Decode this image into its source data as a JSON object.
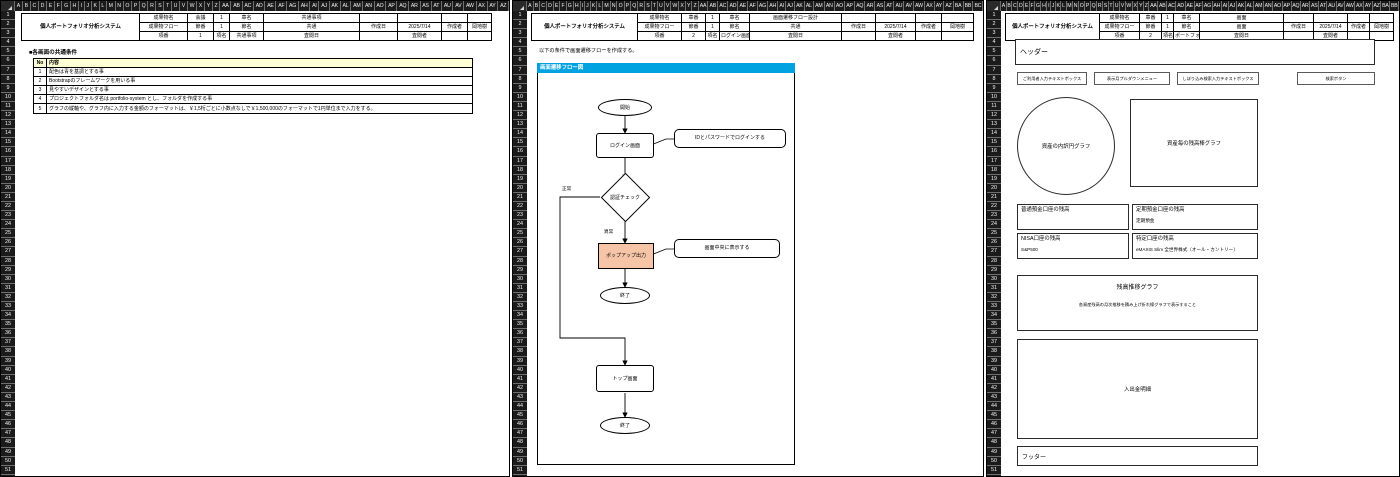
{
  "columns": [
    "A",
    "B",
    "C",
    "D",
    "E",
    "F",
    "G",
    "H",
    "I",
    "J",
    "K",
    "L",
    "M",
    "N",
    "O",
    "P",
    "Q",
    "R",
    "S",
    "T",
    "U",
    "V",
    "W",
    "X",
    "Y",
    "Z",
    "AA",
    "AB",
    "AC",
    "AD",
    "AE",
    "AF",
    "AG",
    "AH",
    "AI",
    "AJ",
    "AK",
    "AL",
    "AM",
    "AN",
    "AO",
    "AP",
    "AQ",
    "AR",
    "AS",
    "AT",
    "AU",
    "AV",
    "AW",
    "AX",
    "AY",
    "AZ",
    "BA",
    "BB",
    "BC"
  ],
  "panel1": {
    "header": {
      "system_name": "個人ポートフォリオ分析システム",
      "doc_kind_label": "成果物名",
      "doc_type_label": "成果物フロー",
      "level1_label": "会議",
      "level1_value": "1",
      "name1_label": "章名",
      "name1_value": "共通事項",
      "level2_label": "節番",
      "level2_value": "1",
      "name2_label": "節名",
      "name2_value": "共通",
      "level3_label": "項番",
      "level3_value": "1",
      "name3_label": "項名",
      "name3_value": "共通事項",
      "created_label": "作成日",
      "created_value": "2025/7/14",
      "author_label": "作成者",
      "author_value": "岡地樹",
      "reviewed_label": "査閲日",
      "reviewed_value": "",
      "reviewer_label": "査閲者",
      "reviewer_value": ""
    },
    "section_title": "■各画面の共通条件",
    "table": {
      "headers": [
        "No",
        "内容"
      ],
      "rows": [
        [
          "1",
          "配色は青を基調とする事"
        ],
        [
          "2",
          "Bootstrapのフレームワークを用いる事"
        ],
        [
          "3",
          "見やすいデザインとする事"
        ],
        [
          "4",
          "プロジェクトフォルダ名は portfolio-system とし、フォルダを作成する事"
        ],
        [
          "5",
          "グラフの縦軸や、グラフ内に入力する金額のフォーマットは、￥1,5桁ごとに小数点なしで￥1,500,000のフォーマットで1円単位まで入力をする。"
        ]
      ]
    }
  },
  "panel2": {
    "header": {
      "system_name": "個人ポートフォリオ分析システム",
      "doc_kind_label": "成果物名",
      "doc_type_label": "成果物フロー",
      "level1_label": "章番",
      "level1_value": "1",
      "name1_label": "章名",
      "name1_value": "画面遷移フロー設計",
      "level2_label": "節番",
      "level2_value": "1",
      "name2_label": "節名",
      "name2_value": "共通",
      "level3_label": "項番",
      "level3_value": "2",
      "name3_label": "項名",
      "name3_value": "ログイン画面",
      "created_label": "作成日",
      "created_value": "2025/7/14",
      "author_label": "作成者",
      "author_value": "岡地樹",
      "reviewed_label": "査閲日",
      "reviewed_value": "",
      "reviewer_label": "査閲者",
      "reviewer_value": ""
    },
    "note": "以下の条件で画面遷移フローを作成する。",
    "banner": "画面遷移フロー図",
    "flow": {
      "start": "開始",
      "login_screen": "ログイン画面",
      "decision": "認証チェック",
      "popup": "ポップアップ出力",
      "end1": "終了",
      "top_screen": "トップ画面",
      "end2": "終了",
      "callout_login": "IDとパスワードでログインする",
      "callout_popup": "画面中央に表示する",
      "edge_ok": "正常",
      "edge_ng": "異常"
    }
  },
  "panel3": {
    "header": {
      "system_name": "個人ポートフォリオ分析システム",
      "doc_kind_label": "成果物名",
      "doc_type_label": "成果物フロー",
      "level1_label": "章番",
      "level1_value": "1",
      "name1_label": "章名",
      "name1_value": "画面",
      "level2_label": "節番",
      "level2_value": "1",
      "name2_label": "節名",
      "name2_value": "画面",
      "level3_label": "項番",
      "level3_value": "2",
      "name3_label": "項名",
      "name3_value": "ポートフォリオ画面設計",
      "created_label": "作成日",
      "created_value": "2025/7/14",
      "author_label": "作成者",
      "author_value": "岡地樹",
      "reviewed_label": "査閲日",
      "reviewed_value": "",
      "reviewer_label": "査閲者",
      "reviewer_value": ""
    },
    "wireframe": {
      "header_label": "ヘッダー",
      "control1": "ご利用者入力テキストボックス",
      "control2": "表示月プルダウンメニュー",
      "control3": "しぼり込み検索入力テキストボックス",
      "control4": "検索ボタン",
      "pie_chart": "資産の内訳円グラフ",
      "bar_chart": "資産毎の残高棒グラフ",
      "card1": "普通預金口座の残高",
      "card2_line1": "定期預金口座の残高",
      "card2_line2": "定期預金",
      "card3_line1": "NISA口座の残高",
      "card3_line2": "S&P500",
      "card4_line1": "特定口座の残高",
      "card4_line2": "eMAXIS Slim 全世界株式（オール・カントリー）",
      "trend_chart_title": "残高推移グラフ",
      "trend_chart_note": "各資産残高の月次推移を積み上げ折れ線グラフで表示すること",
      "transactions": "入出金明細",
      "footer_label": "フッター"
    }
  }
}
